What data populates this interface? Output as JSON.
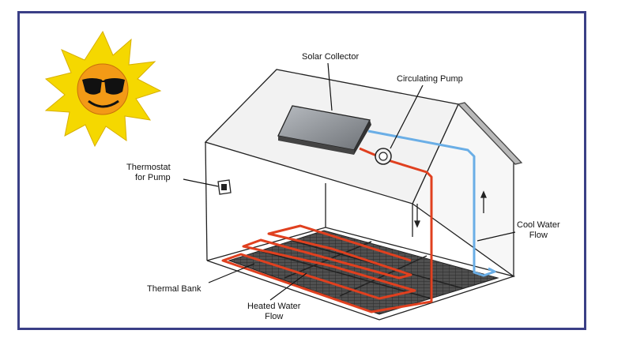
{
  "labels": {
    "solar_collector": "Solar Collector",
    "circulating_pump": "Circulating Pump",
    "thermostat_line1": "Thermostat",
    "thermostat_line2": "for Pump",
    "cool_water_line1": "Cool Water",
    "cool_water_line2": "Flow",
    "thermal_bank": "Thermal Bank",
    "heated_water_line1": "Heated Water",
    "heated_water_line2": "Flow"
  },
  "icons": {
    "sun": "sun-with-sunglasses-icon",
    "pump": "circulating-pump-icon",
    "thermostat": "thermostat-icon",
    "up_arrow": "flow-up-arrow-icon",
    "down_arrow": "flow-down-arrow-icon"
  },
  "colors": {
    "frame": "#3a3f86",
    "heated_pipe": "#e0401f",
    "cool_pipe": "#6aaee6",
    "sun_rays": "#f5d800",
    "sun_face": "#f39a16",
    "collector_panel": "#8a8e94"
  }
}
